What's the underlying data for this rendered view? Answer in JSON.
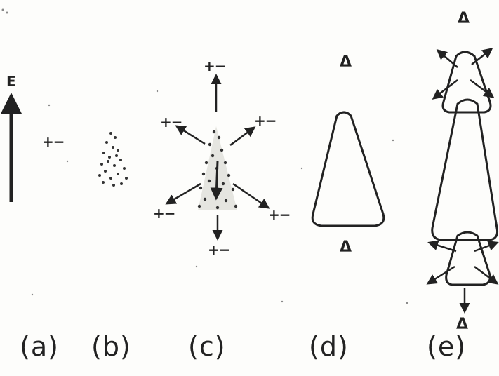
{
  "figure": {
    "efield_label": "E",
    "pair_label": "+−",
    "delta_label": "Δ",
    "panels": [
      {
        "id": "a",
        "label": "(a)"
      },
      {
        "id": "b",
        "label": "(b)"
      },
      {
        "id": "c",
        "label": "(c)"
      },
      {
        "id": "d",
        "label": "(d)"
      },
      {
        "id": "e",
        "label": "(e)"
      }
    ]
  }
}
